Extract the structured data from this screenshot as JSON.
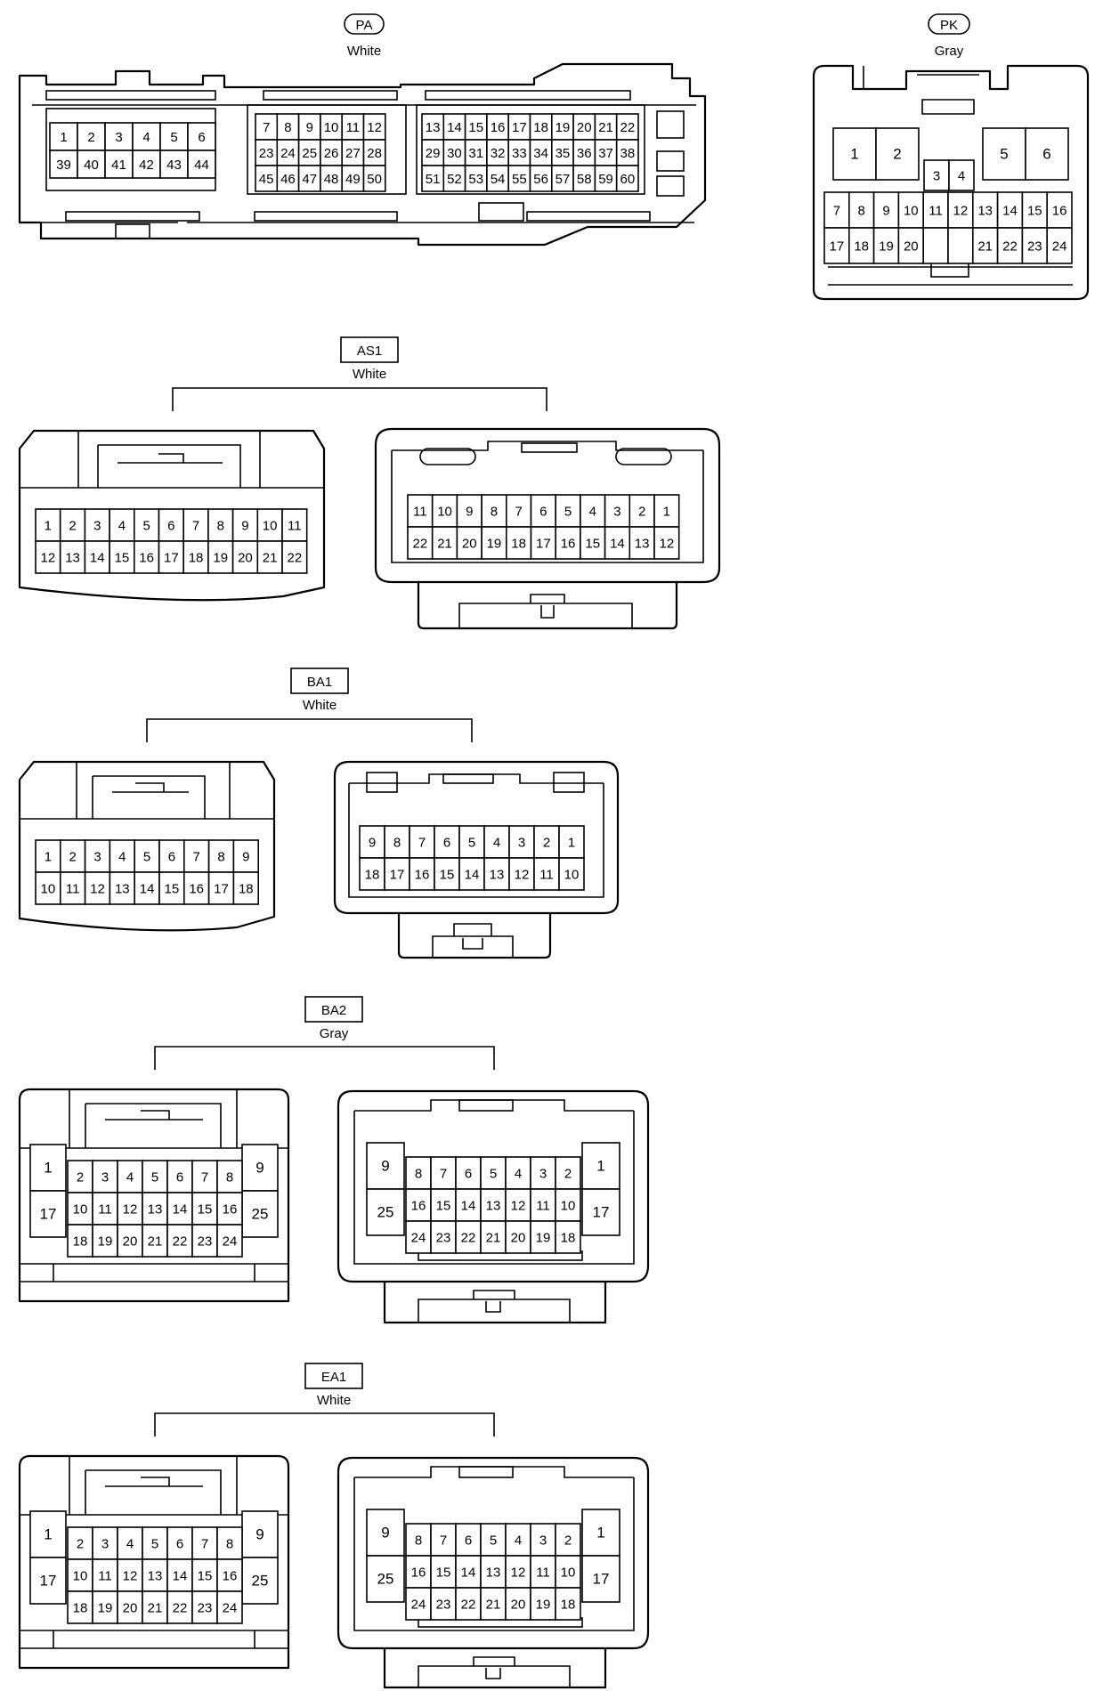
{
  "connectors": [
    {
      "id": "PA",
      "color": "White",
      "label_style": "oval",
      "blocks": [
        [
          [
            "1",
            "2",
            "3",
            "4",
            "5",
            "6"
          ],
          [
            "39",
            "40",
            "41",
            "42",
            "43",
            "44"
          ]
        ],
        [
          [
            "7",
            "8",
            "9",
            "10",
            "11",
            "12"
          ],
          [
            "23",
            "24",
            "25",
            "26",
            "27",
            "28"
          ],
          [
            "45",
            "46",
            "47",
            "48",
            "49",
            "50"
          ]
        ],
        [
          [
            "13",
            "14",
            "15",
            "16",
            "17",
            "18",
            "19",
            "20",
            "21",
            "22"
          ],
          [
            "29",
            "30",
            "31",
            "32",
            "33",
            "34",
            "35",
            "36",
            "37",
            "38"
          ],
          [
            "51",
            "52",
            "53",
            "54",
            "55",
            "56",
            "57",
            "58",
            "59",
            "60"
          ]
        ]
      ]
    },
    {
      "id": "PK",
      "color": "Gray",
      "label_style": "oval",
      "big_pins": [
        "1",
        "2",
        "5",
        "6"
      ],
      "mid_pins": [
        "3",
        "4"
      ],
      "rows": [
        [
          "7",
          "8",
          "9",
          "10",
          "11",
          "12",
          "13",
          "14",
          "15",
          "16"
        ],
        [
          "17",
          "18",
          "19",
          "20",
          "",
          "",
          "21",
          "22",
          "23",
          "24"
        ]
      ]
    },
    {
      "id": "AS1",
      "color": "White",
      "label_style": "box",
      "left_rows": [
        [
          "1",
          "2",
          "3",
          "4",
          "5",
          "6",
          "7",
          "8",
          "9",
          "10",
          "11"
        ],
        [
          "12",
          "13",
          "14",
          "15",
          "16",
          "17",
          "18",
          "19",
          "20",
          "21",
          "22"
        ]
      ],
      "right_rows": [
        [
          "11",
          "10",
          "9",
          "8",
          "7",
          "6",
          "5",
          "4",
          "3",
          "2",
          "1"
        ],
        [
          "22",
          "21",
          "20",
          "19",
          "18",
          "17",
          "16",
          "15",
          "14",
          "13",
          "12"
        ]
      ]
    },
    {
      "id": "BA1",
      "color": "White",
      "label_style": "box",
      "left_rows": [
        [
          "1",
          "2",
          "3",
          "4",
          "5",
          "6",
          "7",
          "8",
          "9"
        ],
        [
          "10",
          "11",
          "12",
          "13",
          "14",
          "15",
          "16",
          "17",
          "18"
        ]
      ],
      "right_rows": [
        [
          "9",
          "8",
          "7",
          "6",
          "5",
          "4",
          "3",
          "2",
          "1"
        ],
        [
          "18",
          "17",
          "16",
          "15",
          "14",
          "13",
          "12",
          "11",
          "10"
        ]
      ]
    },
    {
      "id": "BA2",
      "color": "Gray",
      "label_style": "box",
      "left_side": [
        [
          "1",
          "17"
        ],
        [
          "9",
          "25"
        ]
      ],
      "left_rows": [
        [
          "2",
          "3",
          "4",
          "5",
          "6",
          "7",
          "8"
        ],
        [
          "10",
          "11",
          "12",
          "13",
          "14",
          "15",
          "16"
        ],
        [
          "18",
          "19",
          "20",
          "21",
          "22",
          "23",
          "24"
        ]
      ],
      "right_side": [
        [
          "9",
          "25"
        ],
        [
          "1",
          "17"
        ]
      ],
      "right_rows": [
        [
          "8",
          "7",
          "6",
          "5",
          "4",
          "3",
          "2"
        ],
        [
          "16",
          "15",
          "14",
          "13",
          "12",
          "11",
          "10"
        ],
        [
          "24",
          "23",
          "22",
          "21",
          "20",
          "19",
          "18"
        ]
      ]
    },
    {
      "id": "EA1",
      "color": "White",
      "label_style": "box",
      "left_side": [
        [
          "1",
          "17"
        ],
        [
          "9",
          "25"
        ]
      ],
      "left_rows": [
        [
          "2",
          "3",
          "4",
          "5",
          "6",
          "7",
          "8"
        ],
        [
          "10",
          "11",
          "12",
          "13",
          "14",
          "15",
          "16"
        ],
        [
          "18",
          "19",
          "20",
          "21",
          "22",
          "23",
          "24"
        ]
      ],
      "right_side": [
        [
          "9",
          "25"
        ],
        [
          "1",
          "17"
        ]
      ],
      "right_rows": [
        [
          "8",
          "7",
          "6",
          "5",
          "4",
          "3",
          "2"
        ],
        [
          "16",
          "15",
          "14",
          "13",
          "12",
          "11",
          "10"
        ],
        [
          "24",
          "23",
          "22",
          "21",
          "20",
          "19",
          "18"
        ]
      ]
    }
  ]
}
